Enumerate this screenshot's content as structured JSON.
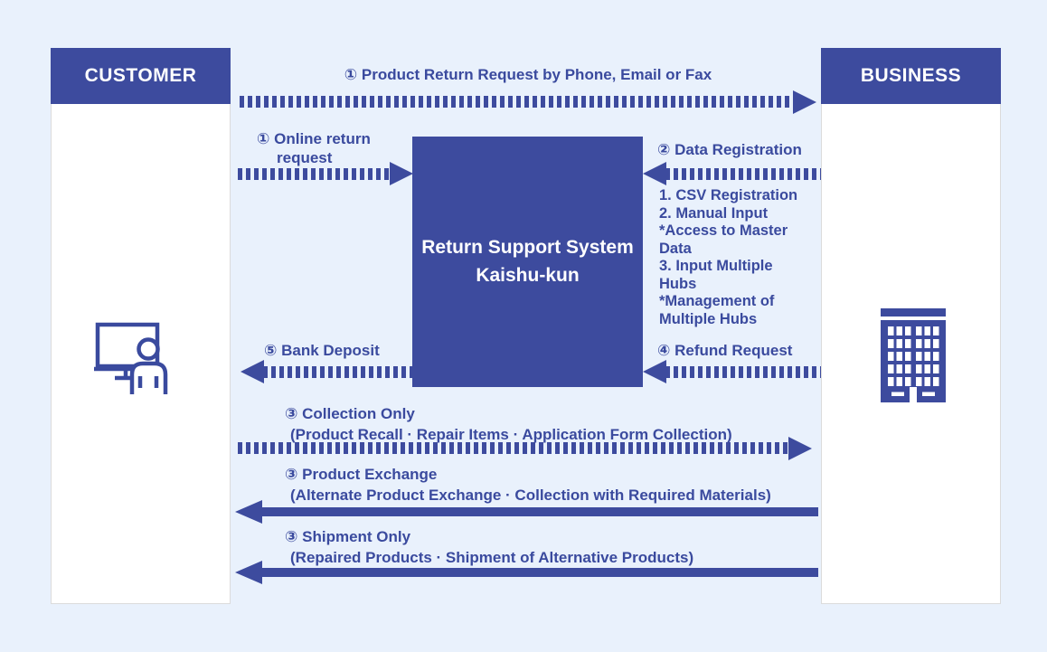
{
  "page": {
    "bg_color": "#E9F1FC",
    "accent_color": "#3D4B9E",
    "text_color": "#3A4A9E"
  },
  "customer_panel": {
    "title": "CUSTOMER",
    "icon": "person-at-computer-icon"
  },
  "business_panel": {
    "title": "BUSINESS",
    "icon": "office-building-icon"
  },
  "system_box": {
    "line1": "Return Support System",
    "line2": "Kaishu-kun"
  },
  "flows": {
    "phone_request": {
      "label": "① Product Return Request by Phone, Email or Fax",
      "direction": "customer-to-business",
      "line_style": "dotted"
    },
    "online_request": {
      "label": "① Online return request",
      "direction": "customer-to-system",
      "line_style": "dotted"
    },
    "data_registration": {
      "label": "② Data Registration",
      "direction": "business-to-system",
      "line_style": "dotted",
      "details": [
        "1. CSV Registration",
        "2. Manual Input",
        "*Access to Master Data",
        "3. Input Multiple Hubs",
        "*Management of Multiple Hubs"
      ]
    },
    "bank_deposit": {
      "label": "⑤ Bank Deposit",
      "direction": "system-to-customer",
      "line_style": "dotted"
    },
    "refund_request": {
      "label": "④ Refund Request",
      "direction": "business-to-system",
      "line_style": "dotted"
    },
    "collection_only": {
      "label": "③ Collection Only",
      "sub": "(Product Recall · Repair Items · Application Form Collection)",
      "direction": "customer-to-business",
      "line_style": "dotted"
    },
    "product_exchange": {
      "label": "③ Product Exchange",
      "sub": "(Alternate Product Exchange · Collection with Required Materials)",
      "direction": "business-to-customer",
      "line_style": "solid"
    },
    "shipment_only": {
      "label": "③ Shipment Only",
      "sub": "(Repaired Products · Shipment of Alternative Products)",
      "direction": "business-to-customer",
      "line_style": "solid"
    }
  }
}
